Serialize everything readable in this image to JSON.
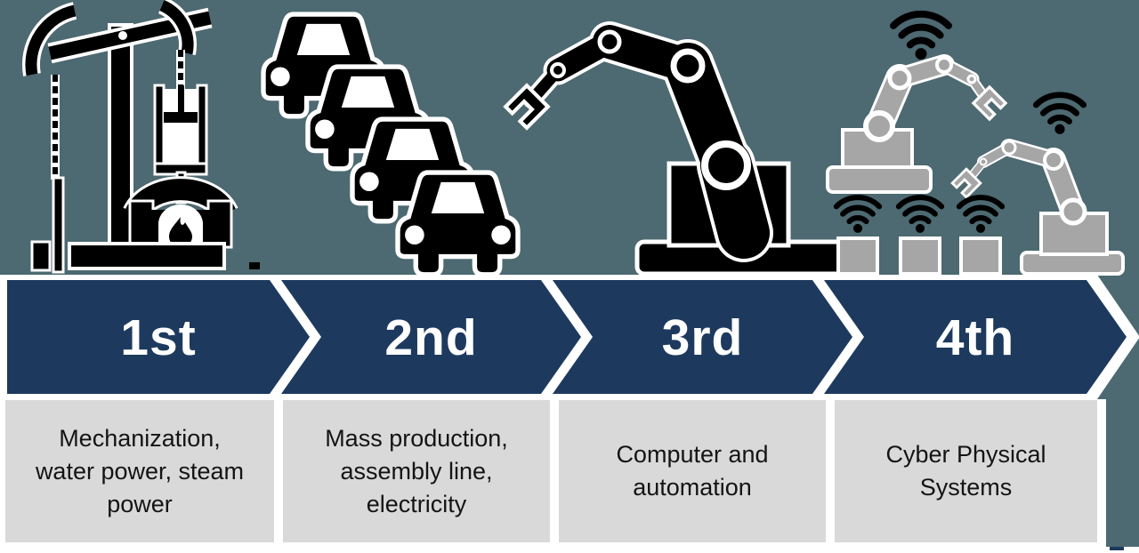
{
  "title": "Four industrial revolutions timeline diagram",
  "colors": {
    "background_teal": "#4d6971",
    "arrow_navy": "#1d3a5e",
    "panel_gray": "#d9d9d9",
    "icon_black": "#000000",
    "robot_gray": "#a6a6a6",
    "outline_white": "#ffffff",
    "label_text": "#ffffff",
    "panel_text": "#141414"
  },
  "stages": [
    {
      "label": "1st",
      "icon": "steam-engine-icon",
      "description_lines": [
        "Mechanization,",
        "water power, steam",
        "power"
      ]
    },
    {
      "label": "2nd",
      "icon": "car-queue-icon",
      "description_lines": [
        "Mass production,",
        "assembly line,",
        "electricity"
      ]
    },
    {
      "label": "3rd",
      "icon": "robot-arm-icon",
      "description_lines": [
        "Computer and",
        "automation"
      ]
    },
    {
      "label": "4th",
      "icon": "connected-robots-icon",
      "description_lines": [
        "Cyber Physical",
        "Systems"
      ]
    }
  ]
}
